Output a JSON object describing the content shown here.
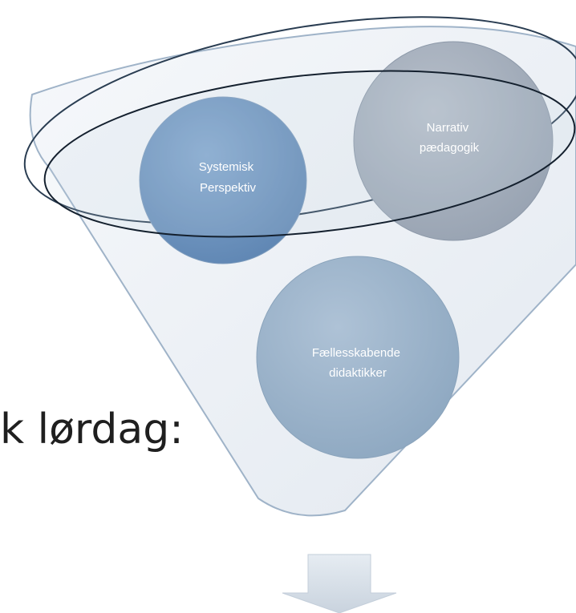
{
  "background_text": "k lørdag:",
  "circles": {
    "systemisk": {
      "lines": [
        "Systemisk",
        "Perspektiv"
      ]
    },
    "narrativ": {
      "lines": [
        "Narrativ",
        "pædagogik"
      ]
    },
    "faelles": {
      "lines": [
        "Fællesskabende",
        "didaktikker"
      ]
    }
  },
  "colors": {
    "funnel_fill": "#eef2f7",
    "funnel_stroke": "#9fb3c8",
    "rim_stroke": "#1b2a3a",
    "circle_blue": "#6d93be",
    "circle_grey": "#a9b2bf",
    "circle_light": "#9db3c9",
    "arrow_fill": "#d9e1ea"
  },
  "icons": {
    "arrow": "down-arrow-icon"
  }
}
